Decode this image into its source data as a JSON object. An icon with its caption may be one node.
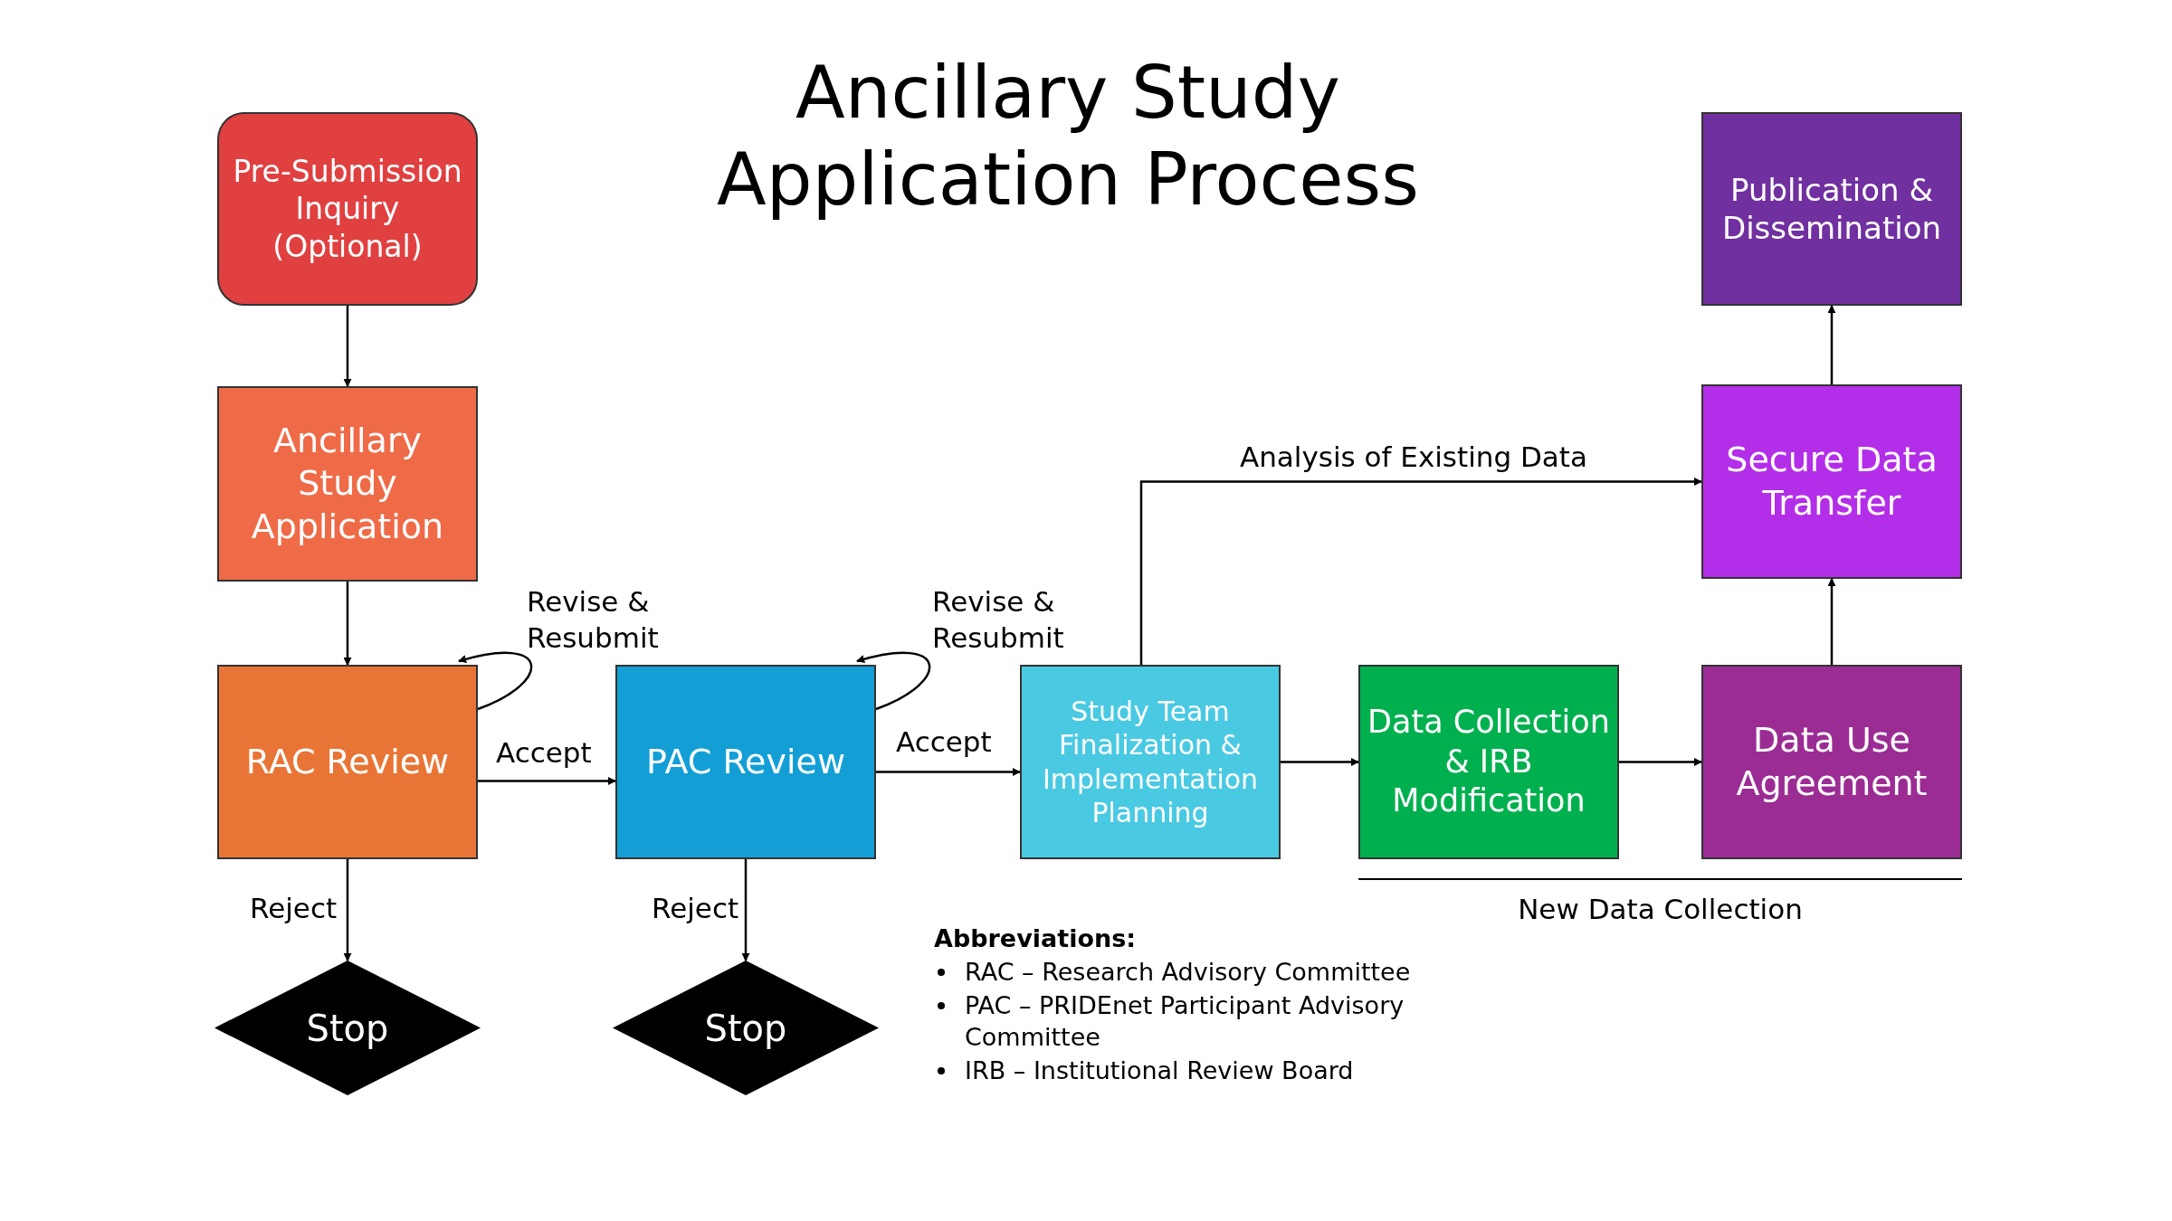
{
  "diagram": {
    "title": "Ancillary Study Application Process",
    "nodes": [
      {
        "text": [
          "Pre-Submission Inquiry (Optional)"
        ]
      },
      {
        "text": [
          "Ancillary Study Application"
        ]
      },
      {
        "text": [
          "RAC Review"
        ]
      },
      {
        "text": [
          "Stop"
        ]
      },
      {
        "text": [
          "PAC Review"
        ]
      },
      {
        "text": [
          "Stop"
        ]
      },
      {
        "text": [
          "Study Team Finalization & Implementation Planning"
        ]
      },
      {
        "text": [
          "Data Collection & IRB Modification"
        ]
      },
      {
        "text": [
          "Data Use Agreement"
        ]
      },
      {
        "text": [
          "Secure Data Transfer"
        ]
      },
      {
        "text": [
          "Publication & Dissemination"
        ]
      }
    ],
    "edges": [
      {
        "from": 0,
        "to": 1,
        "arrow": "to"
      },
      {
        "from": 1,
        "to": 2,
        "arrow": "to"
      },
      {
        "from": 2,
        "to": 2,
        "arrow": "to",
        "label": "Revise & Resubmit"
      },
      {
        "from": 2,
        "to": 4,
        "arrow": "to",
        "label": "Accept"
      },
      {
        "from": 2,
        "to": 3,
        "arrow": "to",
        "label": "Reject"
      },
      {
        "from": 4,
        "to": 4,
        "arrow": "to",
        "label": "Revise & Resubmit"
      },
      {
        "from": 4,
        "to": 6,
        "arrow": "to",
        "label": "Accept"
      },
      {
        "from": 4,
        "to": 5,
        "arrow": "to",
        "label": "Reject"
      },
      {
        "from": 6,
        "to": 9,
        "arrow": "to",
        "label": "Analysis of Existing Data"
      },
      {
        "from": 6,
        "to": 7,
        "arrow": "to"
      },
      {
        "from": 7,
        "to": 8,
        "arrow": "to"
      },
      {
        "from": 8,
        "to": 9,
        "arrow": "to"
      },
      {
        "from": 9,
        "to": 10,
        "arrow": "to"
      }
    ],
    "labels": [
      "New Data Collection",
      "Abbreviations:",
      "RAC – Research Advisory Committee",
      "PAC – PRIDEnet Participant Advisory Committee",
      "IRB – Institutional Review Board"
    ]
  }
}
